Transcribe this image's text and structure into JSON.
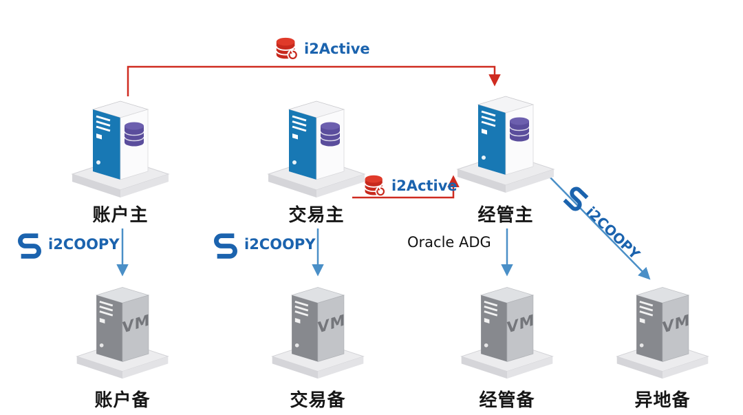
{
  "diagram": {
    "nodes": {
      "primaries": [
        {
          "id": "account-primary",
          "label": "账户主"
        },
        {
          "id": "trade-primary",
          "label": "交易主"
        },
        {
          "id": "management-primary",
          "label": "经管主"
        }
      ],
      "backups": [
        {
          "id": "account-backup",
          "label": "账户备",
          "badge": "VM"
        },
        {
          "id": "trade-backup",
          "label": "交易备",
          "badge": "VM"
        },
        {
          "id": "management-backup",
          "label": "经管备",
          "badge": "VM"
        },
        {
          "id": "offsite-backup",
          "label": "异地备",
          "badge": "VM"
        }
      ]
    },
    "links": {
      "top_red": {
        "label": "i2Active",
        "color": "#cf2b20"
      },
      "mid_red": {
        "label": "i2Active",
        "color": "#cf2b20"
      },
      "coopy_left": {
        "label": "i2COOPY",
        "color": "#1b63ae"
      },
      "coopy_mid": {
        "label": "i2COOPY",
        "color": "#1b63ae"
      },
      "oracle_adg": {
        "label": "Oracle ADG",
        "color": "#121212"
      },
      "coopy_diag": {
        "label": "i2COOPY",
        "color": "#1b63ae"
      }
    },
    "colors": {
      "arrow_red": "#cf2b20",
      "arrow_blue": "#4a8fc7",
      "label_blue": "#1b63ae",
      "server_front_blue": "#1878b4",
      "db_purple": "#5a4d9c",
      "backup_gray": "#87898e"
    }
  }
}
